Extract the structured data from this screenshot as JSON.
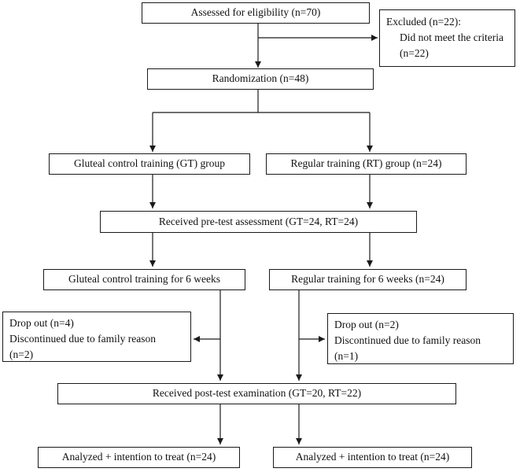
{
  "colors": {
    "border": "#000000",
    "background": "#ffffff",
    "text": "#000000",
    "arrow": "#000000"
  },
  "flowchart": {
    "eligibility": {
      "label": "Assessed for eligibility (n=70)"
    },
    "excluded": {
      "lines": [
        "Excluded (n=22):",
        "Did not meet the criteria",
        "(n=22)"
      ]
    },
    "randomization": {
      "label": "Randomization (n=48)"
    },
    "gt_group": {
      "label": "Gluteal control training (GT) group"
    },
    "rt_group": {
      "label": "Regular training (RT) group (n=24)"
    },
    "pretest": {
      "label": "Received pre-test assessment (GT=24, RT=24)"
    },
    "gt_training": {
      "label": "Gluteal control training for 6 weeks"
    },
    "rt_training": {
      "label": "Regular training for 6 weeks (n=24)"
    },
    "gt_dropout": {
      "lines": [
        "Drop out (n=4)",
        "Discontinued due to family reason",
        "(n=2)"
      ]
    },
    "rt_dropout": {
      "lines": [
        "Drop out (n=2)",
        "Discontinued due to family reason",
        "(n=1)"
      ]
    },
    "posttest": {
      "label": "Received post-test examination (GT=20, RT=22)"
    },
    "gt_analyzed": {
      "label": "Analyzed + intention to treat (n=24)"
    },
    "rt_analyzed": {
      "label": "Analyzed + intention to treat (n=24)"
    }
  }
}
